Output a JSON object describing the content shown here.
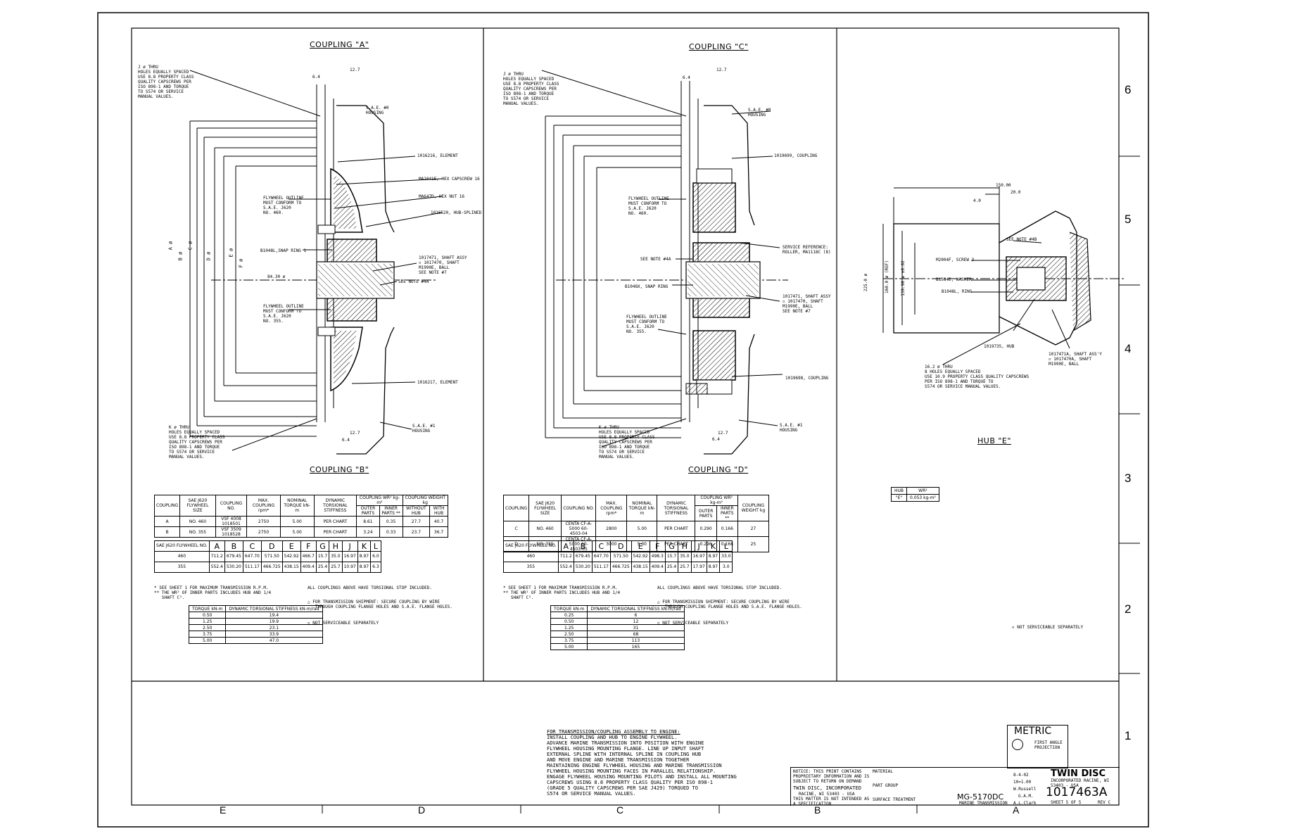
{
  "zones": {
    "right": [
      "6",
      "5",
      "4",
      "3",
      "2",
      "1"
    ],
    "bottom": [
      "E",
      "D",
      "C",
      "B",
      "A"
    ]
  },
  "coupling_a": {
    "title": "COUPLING \"A\"",
    "note_j": "J ø THRU\nHOLES EQUALLY SPACED\nUSE 8.8 PROPERTY CLASS\nQUALITY CAPSCREWS PER\nISO 898-1 AND TORQUE\nTO S574 OR SERVICE\nMANUAL VALUES.",
    "flywheel_460": "FLYWHEEL OUTLINE\nMUST CONFORM TO\nS.A.E. J620\nNO. 460.",
    "flywheel_355": "FLYWHEEL OUTLINE\nMUST CONFORM TO\nS.A.E. J620\nNO. 355.",
    "sae0": "S.A.E. #0\nHOUSING",
    "sae1": "S.A.E. #1\nHOUSING",
    "element1": "1016216, ELEMENT",
    "capscrew": "MA1041E, HEX CAPSCREW 16",
    "hexnut": "MA647D, HEX NUT 16",
    "hub": "1016520, HUB-SPLINED",
    "snap": "B1048L,SNAP RING 1",
    "dia": "84.30 ø",
    "shaft": "1017471, SHAFT ASSY\n▫ 1017470, SHAFT\nM1990E, BALL\nSEE NOTE #7",
    "note4a": "SEE NOTE #4A",
    "element2": "1016217, ELEMENT",
    "note_k": "K ø THRU\nHOLES EQUALLY SPACED\nUSE 8.8 PROPERTY CLASS\nQUALITY CAPSCREWS PER\nISO 898-1 AND TORQUE\nTO S574 OR SERVICE\nMANUAL VALUES.",
    "dim1": "12.7",
    "dim2": "6.4",
    "dim3": "12.7",
    "dim4": "6.4",
    "letters": [
      "A ø",
      "B ø",
      "C ø",
      "D ø",
      "E ø",
      "F ø"
    ]
  },
  "coupling_b": {
    "title": "COUPLING \"B\""
  },
  "coupling_c": {
    "title": "COUPLING \"C\"",
    "note_j": "J ø THRU\nHOLES EQUALLY SPACED\nUSE 8.8 PROPERTY CLASS\nQUALITY CAPSCREWS PER\nISO 898-1 AND TORQUE\nTO S574 OR SERVICE\nMANUAL VALUES.",
    "sae0": "S.A.E. #0\nHOUSING",
    "coupling1": "1019699, COUPLING",
    "flywheel_460": "FLYWHEEL OUTLINE\nMUST CONFORM TO\nS.A.E. J620\nNO. 460.",
    "service_ref": "SERVICE REFERENCE:\nROLLER, MA1118C (8)",
    "note4a": "SEE NOTE #4A",
    "snap": "B1048X, SNAP RING",
    "shaft": "1017471, SHAFT ASSY\n▫ 1017470, SHAFT\nM1990E, BALL\nSEE NOTE #7",
    "flywheel_355": "FLYWHEEL OUTLINE\nMUST CONFORM TO\nS.A.E. J620\nNO. 355.",
    "coupling2": "1019698, COUPLING",
    "note_k": "K ø THRU\nHOLES EQUALLY SPACED\nUSE 8.8 PROPERTY CLASS\nQUALITY CAPSCREWS PER\nISO 898-1 AND TORQUE\nTO S574 OR SERVICE\nMANUAL VALUES.",
    "sae1": "S.A.E. #1\nHOUSING",
    "dim1": "12.7",
    "dim2": "6.4",
    "dim3": "12.7",
    "dim4": "6.4"
  },
  "coupling_d": {
    "title": "COUPLING \"D\""
  },
  "hub_e": {
    "title": "HUB \"E\"",
    "dim150": "150.00",
    "dim20": "20.0",
    "dim4": "4.0",
    "note4b": "SEE NOTE #4B",
    "screw": "M2004F, SCREW 3",
    "washer": "B1584E, WASHER",
    "ring": "B1048L, RING",
    "hub": "1019735, HUB",
    "shaft": "1017471A, SHAFT ASS'Y\n▫ 1017470A, SHAFT\nM1990E, BALL",
    "dia225": "225.0 ø",
    "dia160": "160.0 ø (REF)",
    "dia139": "139.98 ø ±0.02",
    "bolt_note": "16.2 ø THRU\n8 HOLES EQUALLY SPACED\nUSE 10.9 PROPERTY CLASS QUALITY CAPSCREWS\nPER ISO 898-1 AND TORQUE TO\nS574 OR SERVICE MANUAL VALUES.",
    "wr2_head": [
      "HUB",
      "WR²"
    ],
    "wr2_row": [
      "\"E\"",
      "0.053 kg-m²"
    ],
    "not_serviceable": "▫ NOT SERVICEABLE SEPARATELY"
  },
  "table_ab": {
    "head1": [
      "COUPLING",
      "SAE J620 FLYWHEEL SIZE",
      "COUPLING NO.",
      "MAX. COUPLING rpm*",
      "NOMINAL TORQUE kN-m",
      "DYNAMIC TORSIONAL STIFFNESS",
      "COUPLING WR² kg-m²",
      "COUPLING WEIGHT kg"
    ],
    "head2": [
      "OUTER PARTS",
      "INNER PARTS **",
      "WITHOUT HUB",
      "WITH HUB"
    ],
    "rows": [
      [
        "A",
        "NO. 460",
        "VSF 4008 1018501",
        "2750",
        "5.00",
        "PER CHART",
        "8.61",
        "0.35",
        "27.7",
        "40.7"
      ],
      [
        "B",
        "NO. 355",
        "VSF 3509 1018528",
        "2750",
        "5.00",
        "PER CHART",
        "3.24",
        "0.33",
        "23.7",
        "36.7"
      ]
    ]
  },
  "dims_ab": {
    "head": [
      "SAE J620 FLYWHEEL NO.",
      "A",
      "B",
      "C",
      "D",
      "E",
      "F",
      "G",
      "H",
      "J",
      "K",
      "L"
    ],
    "rows": [
      [
        "460",
        "711.2",
        "679.45",
        "647.70",
        "571.50",
        "542.92",
        "466.7",
        "15.7",
        "35.0",
        "16.97",
        "8.97",
        "6.0"
      ],
      [
        "355",
        "552.4",
        "530.20",
        "511.17",
        "466.725",
        "438.15",
        "409.4",
        "25.4",
        "25.7",
        "10.97",
        "8.97",
        "6.3"
      ]
    ]
  },
  "table_cd": {
    "head1": [
      "COUPLING",
      "SAE J620 FLYWHEEL SIZE",
      "COUPLING NO.",
      "MAX. COUPLING rpm*",
      "NOMINAL TORQUE kN-m",
      "DYNAMIC TORSIONAL STIFFNESS",
      "COUPLING WR² kg-m²",
      "COUPLING WEIGHT kg"
    ],
    "head2": [
      "OUTER PARTS",
      "INNER PARTS **"
    ],
    "rows": [
      [
        "C",
        "NO. 460",
        "CENTA CF-A-5000 60-4503-04",
        "2800",
        "5.00",
        "PER CHART",
        "0.290",
        "0.166",
        "27"
      ],
      [
        "D",
        "NO. 355",
        "CENTA CF-A-5000 60-4503-05",
        "3000",
        "5.00",
        "PER CHART",
        "0.296",
        "0.166",
        "25"
      ]
    ]
  },
  "dims_cd": {
    "head": [
      "SAE J620 FLYWHEEL NO.",
      "A",
      "B",
      "C",
      "D",
      "E",
      "F",
      "G",
      "H",
      "J",
      "K",
      "L"
    ],
    "rows": [
      [
        "460",
        "711.2",
        "679.45",
        "647.70",
        "571.50",
        "542.92",
        "498.3",
        "15.7",
        "35.0",
        "16.97",
        "8.97",
        "33.0"
      ],
      [
        "355",
        "552.4",
        "530.20",
        "511.17",
        "466.725",
        "438.15",
        "409.4",
        "25.4",
        "25.7",
        "17.97",
        "8.97",
        "3.0"
      ]
    ]
  },
  "notes_left": {
    "footnote": "* SEE SHEET 1 FOR MAXIMUM TRANSMISSION R.P.M.\n** THE WR² OF INNER PARTS INCLUDES HUB AND 1/4\n   SHAFT C².",
    "torsional": "ALL COUPLINGS ABOVE HAVE TORSIONAL STOP INCLUDED.",
    "shipment": "△ FOR TRANSMISSION SHIPMENT: SECURE COUPLING BY WIRE\n   THROUGH COUPLING FLANGE HOLES AND S.A.E. FLANGE HOLES.",
    "not_serviceable": "▫ NOT SERVICEABLE SEPARATELY"
  },
  "notes_mid": {
    "footnote": "* SEE SHEET 1 FOR MAXIMUM TRANSMISSION R.P.M.\n** THE WR² OF INNER PARTS INCLUDES HUB AND 1/4\n   SHAFT C².",
    "torsional": "ALL COUPLINGS ABOVE HAVE TORSIONAL STOP INCLUDED.",
    "shipment": "△ FOR TRANSMISSION SHIPMENT: SECURE COUPLING BY WIRE\n   THROUGH COUPLING FLANGE HOLES AND S.A.E. FLANGE HOLES.",
    "not_serviceable": "▫ NOT SERVICEABLE SEPARATELY"
  },
  "stiff_ab": {
    "head": [
      "TORQUE kN-m",
      "DYNAMIC TORSIONAL STIFFNESS kN-m/rad"
    ],
    "rows": [
      [
        "0.50",
        "19.4"
      ],
      [
        "1.25",
        "19.9"
      ],
      [
        "2.50",
        "23.1"
      ],
      [
        "3.75",
        "33.9"
      ],
      [
        "5.00",
        "47.0"
      ]
    ]
  },
  "stiff_cd": {
    "head": [
      "TORQUE kN-m",
      "DYNAMIC TORSIONAL STIFFNESS kN-m/rad"
    ],
    "rows": [
      [
        "0.25",
        "6"
      ],
      [
        "0.50",
        "12"
      ],
      [
        "1.25",
        "31"
      ],
      [
        "2.50",
        "68"
      ],
      [
        "3.75",
        "113"
      ],
      [
        "5.00",
        "165"
      ]
    ]
  },
  "assembly_note": {
    "title": "FOR TRANSMISSION/COUPLING ASSEMBLY TO ENGINE:",
    "body": "INSTALL COUPLING AND HUB TO ENGINE FLYWHEEL.\nADVANCE MARINE TRANSMISSION INTO POSITION WITH ENGINE\nFLYWHEEL HOUSING MOUNTING FLANGE. LINE UP INPUT SHAFT\nEXTERNAL SPLINE WITH INTERNAL SPLINE IN COUPLING HUB\nAND MOVE ENGINE AND MARINE TRANSMISSION TOGETHER\nMAINTAINING ENGINE FLYWHEEL HOUSING AND MARINE TRANSMISSION\nFLYWHEEL HOUSING MOUNTING FACES IN PARALLEL RELATIONSHIP.\nENGAGE FLYWHEEL HOUSING MOUNTING PILOTS AND INSTALL ALL MOUNTING\nCAPSCREWS USING 8.8 PROPERTY CLASS QUALITY PER ISO 898-1\n(GRADE 5 QUALITY CAPSCREWS PER SAE J429) TORQUED TO\nS574 OR SERVICE MANUAL VALUES."
  },
  "title_block": {
    "metric": "METRIC",
    "projection": "FIRST ANGLE PROJECTION",
    "notice": "NOTICE: THIS PRINT CONTAINS PROPRIETARY INFORMATION AND IS SUBJECT TO RETURN ON DEMAND",
    "company": "TWIN DISC, INCORPORATED",
    "city": "RACINE, WI 53403 - USA",
    "limits": "THIS MATTER IS NOT INTENDED AS A SPECIFICATION",
    "material": "MATERIAL",
    "part_group": "PART GROUP",
    "surface": "SURFACE TREATMENT",
    "date": "8-4-02",
    "scale": "10=1.00",
    "drawn": "W.Russell",
    "checked": "G.A.M.",
    "approved": "A.L.Clark",
    "logo": "TWIN DISC",
    "logo_sub": "INCORPORATED  RACINE, WI 53403 - USA",
    "drawing_no": "1017463A",
    "model": "MG-5170DC",
    "desc": "MARINE TRANSMISSION",
    "sheet": "SHEET 5 OF 5",
    "rev": "REV C"
  }
}
